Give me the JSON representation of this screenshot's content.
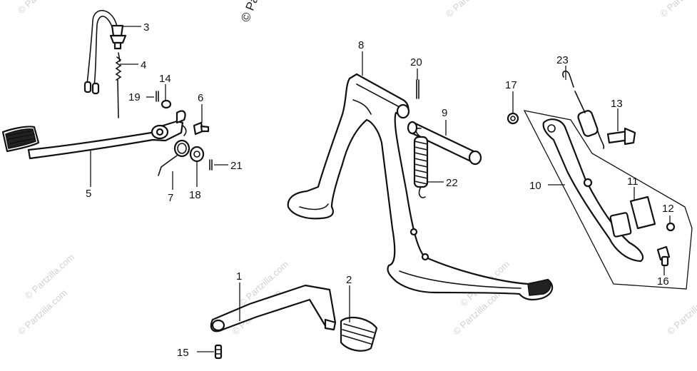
{
  "watermark": {
    "text": "© Partzilla.com",
    "top_fragment": "© Pa"
  },
  "callouts": [
    "1",
    "2",
    "3",
    "4",
    "5",
    "6",
    "7",
    "8",
    "9",
    "10",
    "11",
    "12",
    "13",
    "14",
    "15",
    "16",
    "17",
    "18",
    "19",
    "20",
    "21",
    "22",
    "23"
  ]
}
